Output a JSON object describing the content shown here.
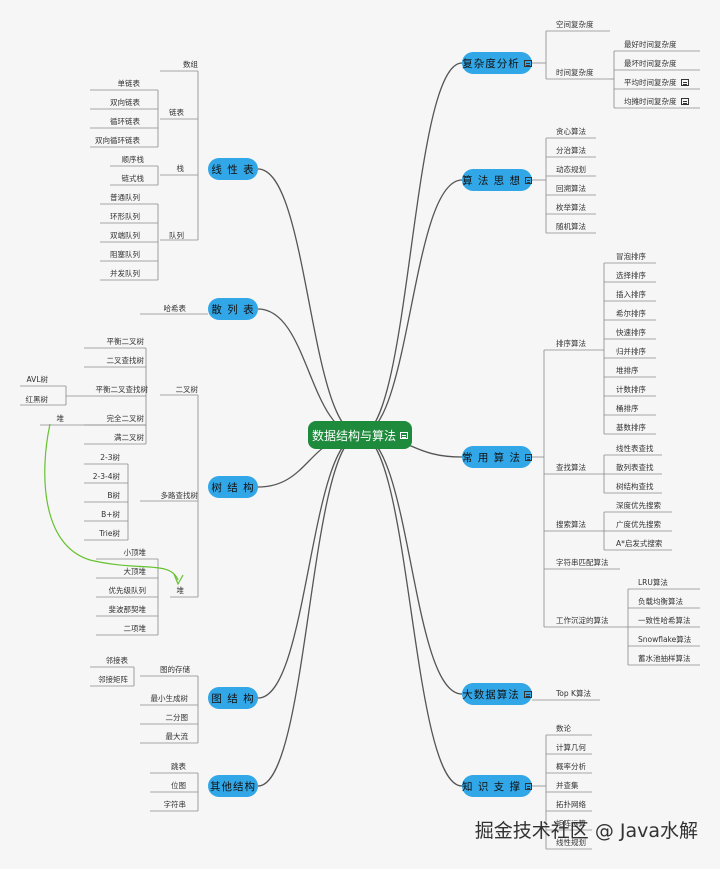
{
  "root": {
    "label": "数据结构与算法"
  },
  "watermark": "掘金技术社区 @ Java水解",
  "colors": {
    "root": "#1e8a3c",
    "main": "#32a7e8",
    "edge": "#555555",
    "leafLine": "#8a8a8a",
    "arrow": "#66c22e"
  },
  "left": {
    "linear": {
      "label": "线 性 表",
      "items": {
        "array": "数组",
        "linked": "链表",
        "single": "单链表",
        "double": "双向链表",
        "circular": "循环链表",
        "dcircular": "双向循环链表",
        "stack": "栈",
        "seqstack": "顺序栈",
        "linkstack": "链式栈",
        "queue": "队列",
        "q1": "普通队列",
        "q2": "环形队列",
        "q3": "双端队列",
        "q4": "阻塞队列",
        "q5": "并发队列"
      }
    },
    "hash": {
      "label": "散 列 表",
      "items": {
        "h1": "哈希表"
      }
    },
    "tree": {
      "label": "树 结 构",
      "items": {
        "bintree": "二叉树",
        "b1": "平衡二叉树",
        "b2": "二叉查找树",
        "b3": "平衡二叉查找树",
        "avl": "AVL树",
        "rb": "红黑树",
        "b4": "完全二叉树",
        "b5": "满二叉树",
        "heapref": "堆",
        "multi": "多路查找树",
        "m1": "2-3树",
        "m2": "2-3-4树",
        "m3": "B树",
        "m4": "B+树",
        "m5": "Trie树",
        "heap": "堆",
        "hp1": "小顶堆",
        "hp2": "大顶堆",
        "hp3": "优先级队列",
        "hp4": "斐波那契堆",
        "hp5": "二项堆"
      }
    },
    "graph": {
      "label": "图 结 构",
      "items": {
        "storage": "图的存储",
        "adjlist": "邻接表",
        "adjmatrix": "邻接矩阵",
        "mst": "最小生成树",
        "bipartite": "二分图",
        "maxflow": "最大流"
      }
    },
    "other": {
      "label": "其他结构",
      "items": {
        "o1": "跳表",
        "o2": "位图",
        "o3": "字符串"
      }
    }
  },
  "right": {
    "complexity": {
      "label": "复杂度分析",
      "items": {
        "space": "空间复杂度",
        "time": "时间复杂度",
        "t1": "最好时间复杂度",
        "t2": "最坏时间复杂度",
        "t3": "平均时间复杂度",
        "t4": "均摊时间复杂度"
      }
    },
    "ideas": {
      "label": "算 法 思 想",
      "items": {
        "i1": "贪心算法",
        "i2": "分治算法",
        "i3": "动态规划",
        "i4": "回溯算法",
        "i5": "枚举算法",
        "i6": "随机算法"
      }
    },
    "common": {
      "label": "常 用 算 法",
      "items": {
        "sort": "排序算法",
        "s1": "冒泡排序",
        "s2": "选择排序",
        "s3": "插入排序",
        "s4": "希尔排序",
        "s5": "快速排序",
        "s6": "归并排序",
        "s7": "堆排序",
        "s8": "计数排序",
        "s9": "桶排序",
        "s10": "基数排序",
        "find": "查找算法",
        "f1": "线性表查找",
        "f2": "散列表查找",
        "f3": "树结构查找",
        "search": "搜索算法",
        "se1": "深度优先搜索",
        "se2": "广度优先搜索",
        "se3": "A*启发式搜索",
        "strmatch": "字符串匹配算法",
        "work": "工作沉淀的算法",
        "w1": "LRU算法",
        "w2": "负载均衡算法",
        "w3": "一致性哈希算法",
        "w4": "Snowflake算法",
        "w5": "蓄水池抽样算法"
      }
    },
    "bigdata": {
      "label": "大数据算法",
      "items": {
        "topk": "Top K算法"
      }
    },
    "knowledge": {
      "label": "知 识 支 撑",
      "items": {
        "k1": "数论",
        "k2": "计算几何",
        "k3": "概率分析",
        "k4": "并查集",
        "k5": "拓扑网络",
        "k6": "矩阵运算",
        "k7": "线性规划"
      }
    }
  }
}
